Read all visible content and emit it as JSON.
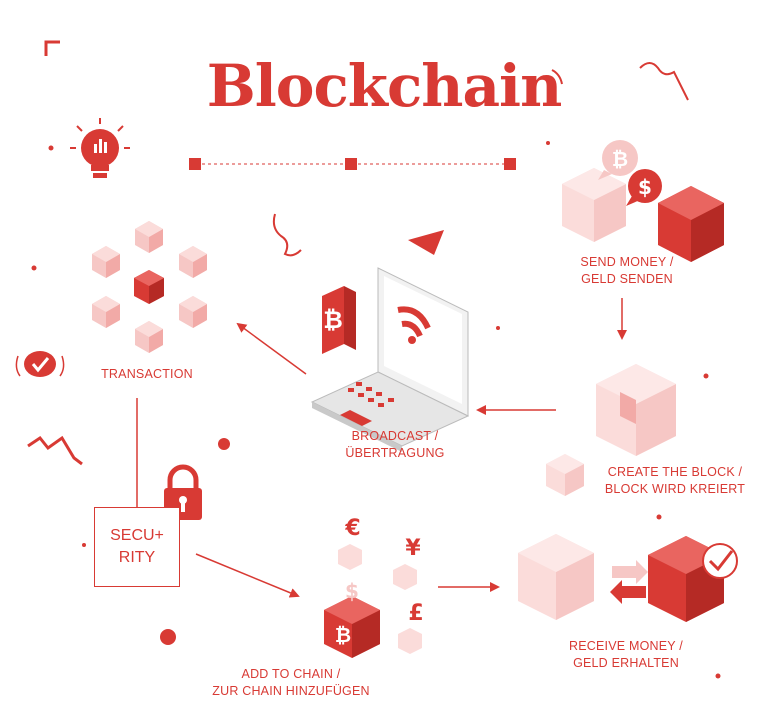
{
  "title": "Blockchain",
  "colors": {
    "accent": "#d83a34",
    "light": "#f6c7c5",
    "mid": "#f29b98"
  },
  "steps": {
    "send": {
      "line1": "SEND MONEY /",
      "line2": "GELD SENDEN",
      "icons": [
        "bitcoin-bubble-icon",
        "dollar-bubble-icon"
      ]
    },
    "create": {
      "line1": "CREATE THE BLOCK /",
      "line2": "BLOCK WIRD KREIERT"
    },
    "broadcast": {
      "line1": "BROADCAST /",
      "line2": "ÜBERTRAGUNG"
    },
    "transaction": {
      "label": "TRANSACTION"
    },
    "security": {
      "line1": "SECU+",
      "line2": "RITY"
    },
    "add": {
      "line1": "ADD TO CHAIN /",
      "line2": "ZUR CHAIN HINZUFÜGEN",
      "currency_icons": [
        "euro-icon",
        "yen-icon",
        "pound-icon",
        "dollar-icon"
      ]
    },
    "receive": {
      "line1": "RECEIVE MONEY /",
      "line2": "GELD ERHALTEN"
    }
  }
}
